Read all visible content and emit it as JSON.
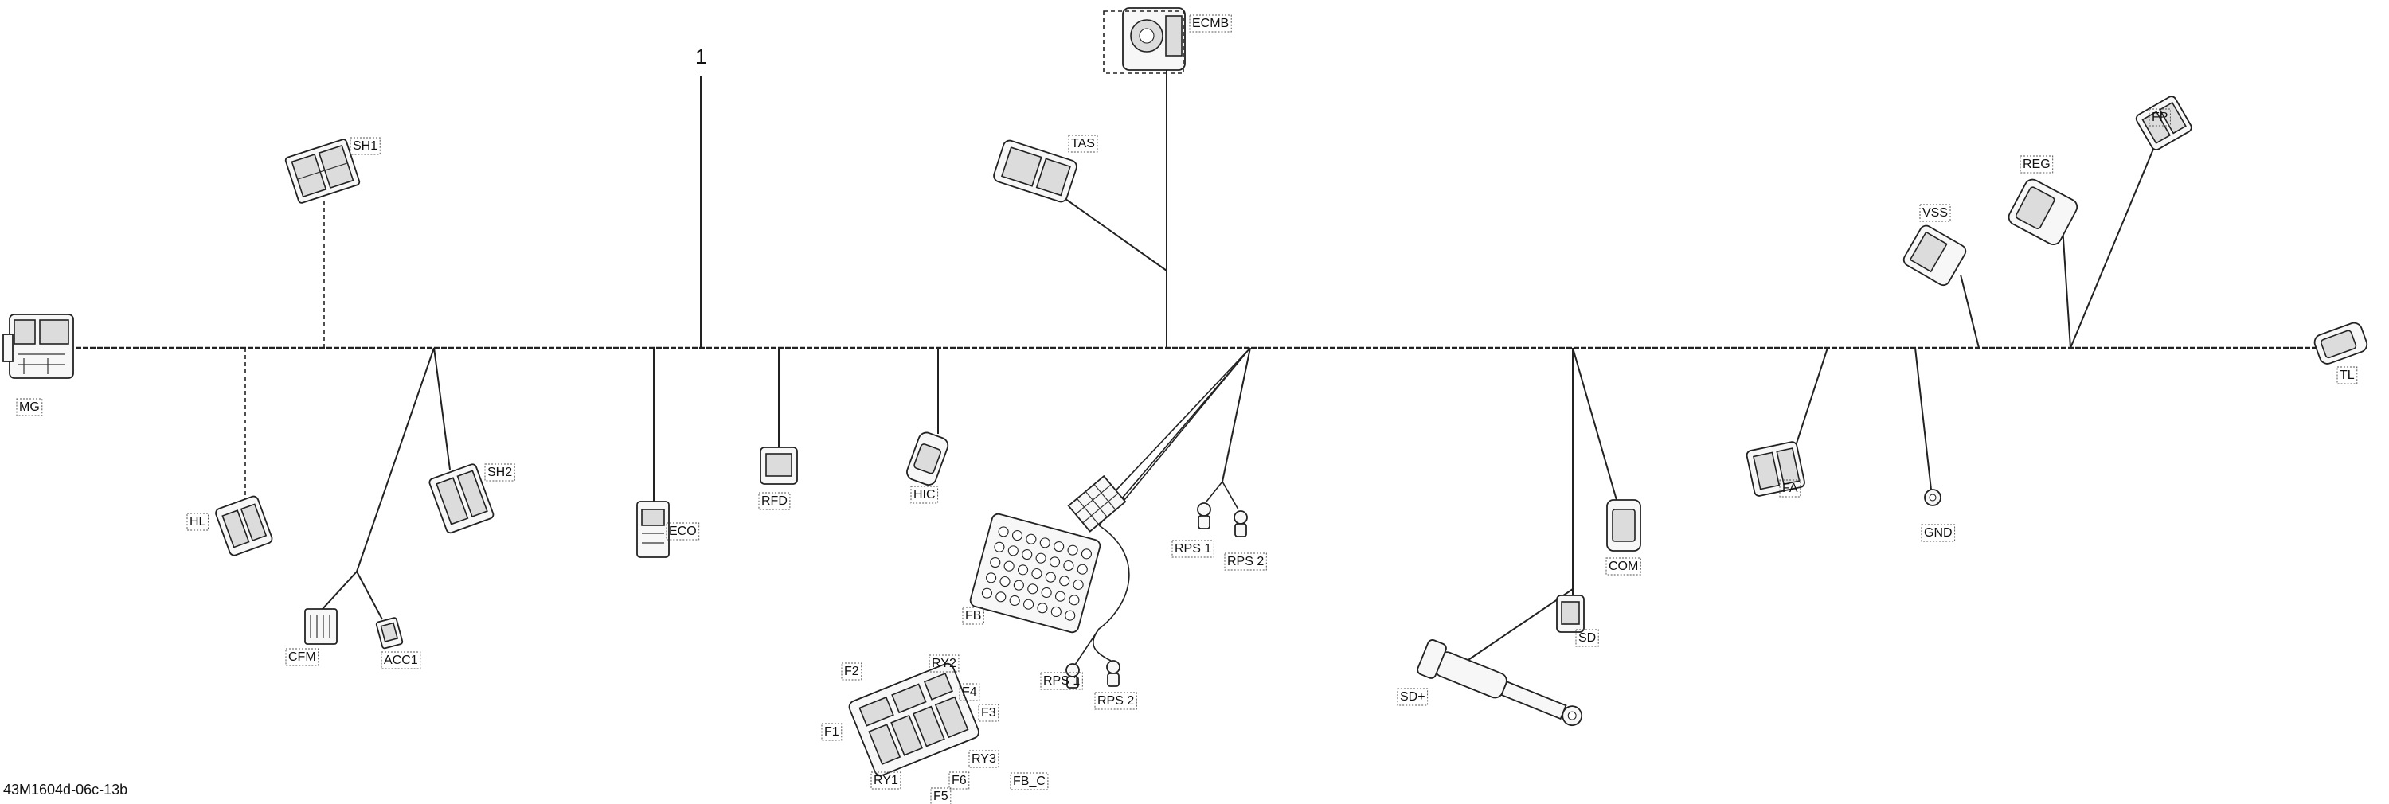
{
  "callout": "1",
  "drawing_code": "43M1604d-06c-13b",
  "connectors": {
    "mg": "MG",
    "sh1": "SH1",
    "hl": "HL",
    "sh2": "SH2",
    "cfm": "CFM",
    "acc1": "ACC1",
    "eco": "ECO",
    "rfd": "RFD",
    "hic": "HIC",
    "tas": "TAS",
    "ecmb": "ECMB",
    "fb": "FB",
    "rps1_a": "RPS 1",
    "rps2_a": "RPS 2",
    "rps1_b": "RPS 1",
    "rps2_b": "RPS 2",
    "com": "COM",
    "sd": "SD",
    "sd_plus": "SD+",
    "fa": "FA",
    "gnd": "GND",
    "vss": "VSS",
    "reg": "REG",
    "fp": "FP",
    "tl": "TL"
  },
  "fuse_box": {
    "label": "FB_C",
    "f1": "F1",
    "f2": "F2",
    "f3": "F3",
    "f4": "F4",
    "f5": "F5",
    "f6": "F6",
    "ry1": "RY1",
    "ry2": "RY2",
    "ry3": "RY3"
  }
}
